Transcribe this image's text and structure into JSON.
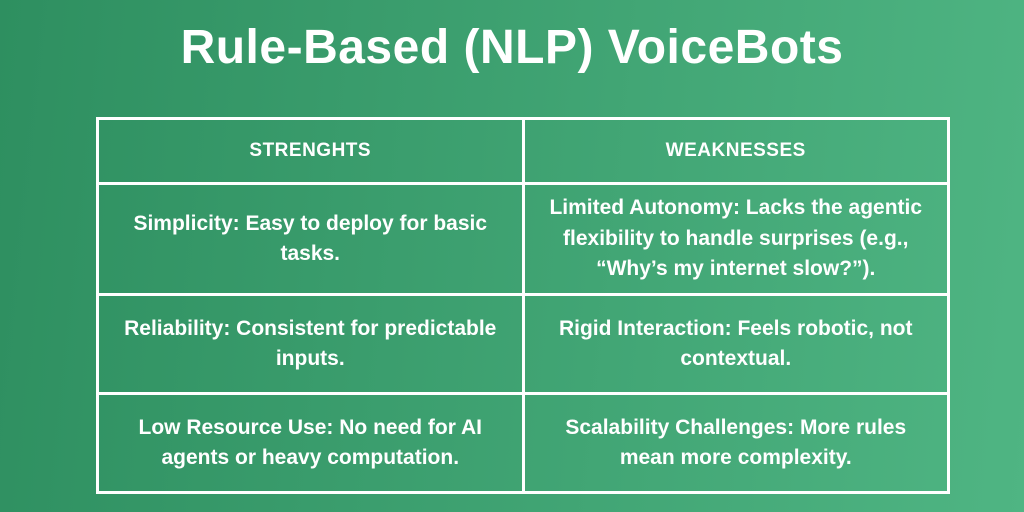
{
  "title": "Rule-Based (NLP) VoiceBots",
  "colors": {
    "bg_left": "#2e8f60",
    "bg_right": "#4fb583",
    "border": "#ffffff",
    "text": "#ffffff"
  },
  "table": {
    "headers": [
      "STRENGHTS",
      "WEAKNESSES"
    ],
    "rows": [
      [
        "Simplicity: Easy to deploy for basic tasks.",
        "Limited Autonomy: Lacks the agentic flexibility to handle surprises (e.g., “Why’s my internet slow?”)."
      ],
      [
        "Reliability: Consistent for predictable inputs.",
        "Rigid Interaction: Feels robotic, not contextual."
      ],
      [
        "Low Resource Use: No need for AI agents or heavy computation.",
        "Scalability Challenges: More rules mean more complexity."
      ]
    ]
  }
}
